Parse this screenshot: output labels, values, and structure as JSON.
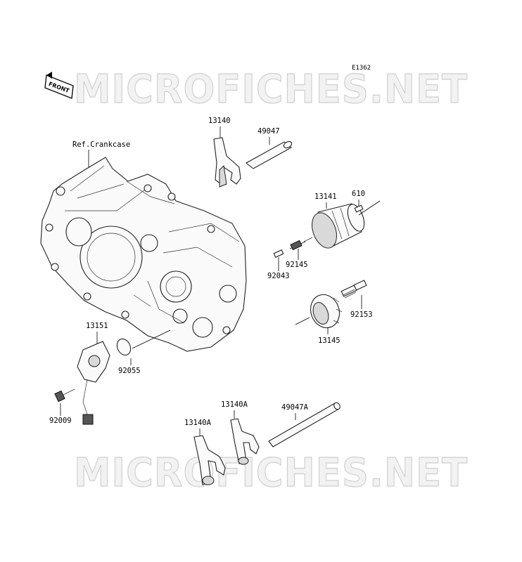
{
  "diagram_code": "E1362",
  "front_label": "FRONT",
  "ref_label": "Ref.Crankcase",
  "watermark": "MICROFICHES.NET",
  "parts": {
    "p13140": "13140",
    "p49047": "49047",
    "p13141": "13141",
    "p610": "610",
    "p92145": "92145",
    "p92043": "92043",
    "p92153": "92153",
    "p13145": "13145",
    "p13151": "13151",
    "p92055": "92055",
    "p92009": "92009",
    "p13140A_1": "13140A",
    "p13140A_2": "13140A",
    "p49047A": "49047A"
  }
}
